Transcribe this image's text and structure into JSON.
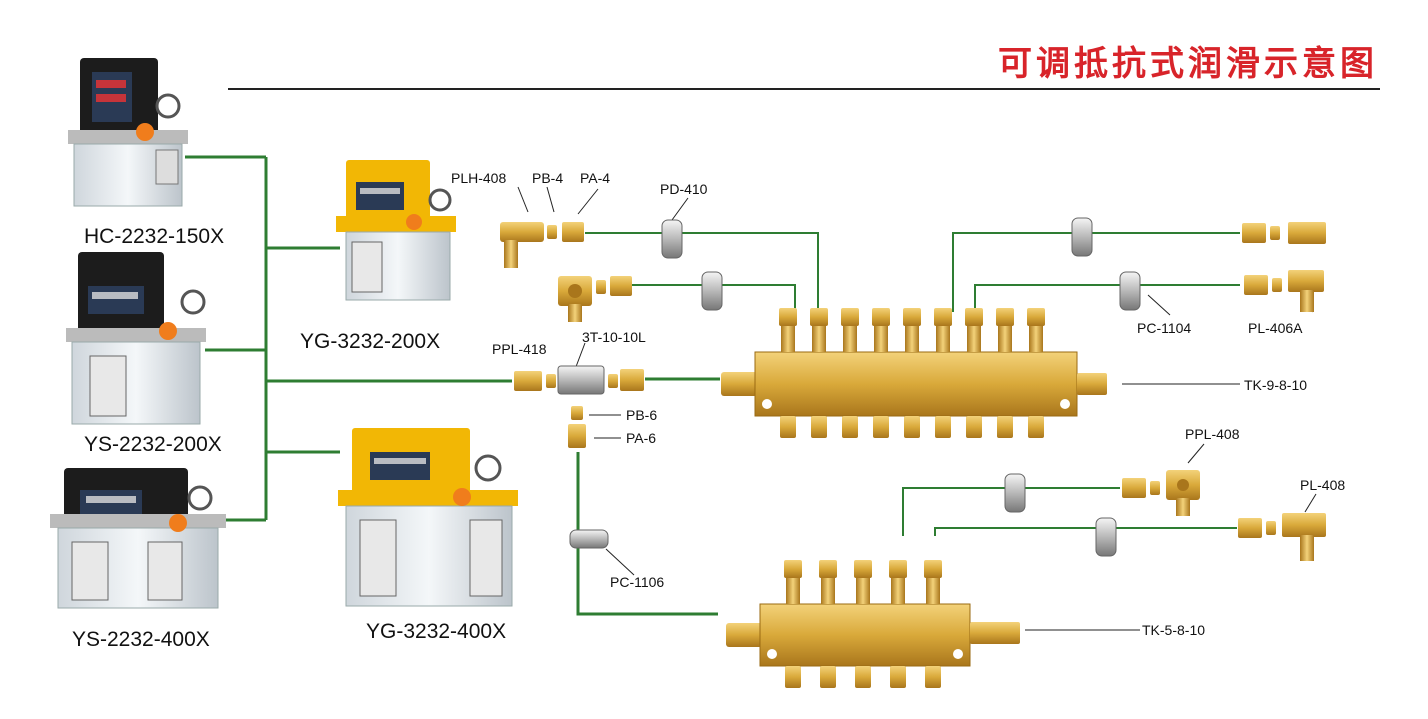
{
  "title": "可调抵抗式润滑示意图",
  "colors": {
    "title": "#d8242a",
    "pipe": "#2e7d32",
    "brass": "#d9a93a",
    "yellow_pump": "#f2b705",
    "black_pump": "#1c1c1c"
  },
  "pumps": [
    {
      "label": "HC-2232-150X",
      "body": "black"
    },
    {
      "label": "YS-2232-200X",
      "body": "black"
    },
    {
      "label": "YS-2232-400X",
      "body": "black"
    },
    {
      "label": "YG-3232-200X",
      "body": "yellow"
    },
    {
      "label": "YG-3232-400X",
      "body": "yellow"
    }
  ],
  "parts": {
    "plh408": "PLH-408",
    "pb4": "PB-4",
    "pa4": "PA-4",
    "pd410": "PD-410",
    "ppl418": "PPL-418",
    "t3": "3T-10-10L",
    "pb6": "PB-6",
    "pa6": "PA-6",
    "pc1106": "PC-1106",
    "pc1104": "PC-1104",
    "pl406a": "PL-406A",
    "tk9": "TK-9-8-10",
    "ppl408": "PPL-408",
    "pl408": "PL-408",
    "tk5": "TK-5-8-10"
  }
}
